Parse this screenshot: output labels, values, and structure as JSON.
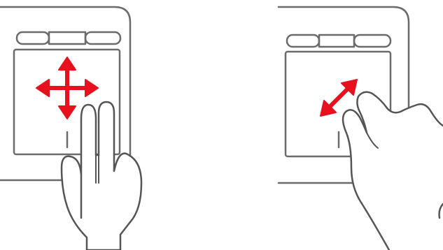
{
  "panels": [
    {
      "gesture": "two-finger-scroll",
      "arrow_type": "four-way-move",
      "hand": "two-fingers-extended"
    },
    {
      "gesture": "pinch-zoom",
      "arrow_type": "diagonal-two-way",
      "hand": "pinch"
    }
  ],
  "colors": {
    "arrow": "#e8101c",
    "outline": "#6b6b6b",
    "background": "#ffffff"
  }
}
